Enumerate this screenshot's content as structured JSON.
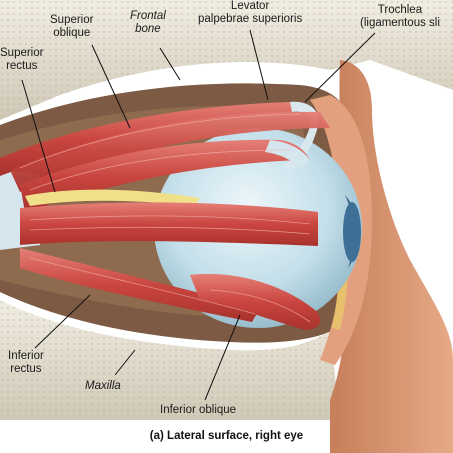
{
  "labels": {
    "superior_oblique": "Superior\noblique",
    "frontal_bone": "Frontal\nbone",
    "levator": "Levator\npalpebrae superioris",
    "trochlea": "Trochlea\n(ligamentous sli",
    "superior_rectus": "Superior\nrectus",
    "inferior_rectus": "Inferior\nrectus",
    "maxilla": "Maxilla",
    "inferior_oblique": "Inferior oblique"
  },
  "caption": "(a) Lateral surface, right eye",
  "colors": {
    "muscle": "#c9463f",
    "muscle_light": "#e8877f",
    "bone": "#e9e4d6",
    "bone_shadow": "#b9b2a0",
    "orbit_fat": "#8a6a50",
    "eyeball": "#bfdde8",
    "skin": "#d79673",
    "tendon": "#d6e6ee"
  }
}
